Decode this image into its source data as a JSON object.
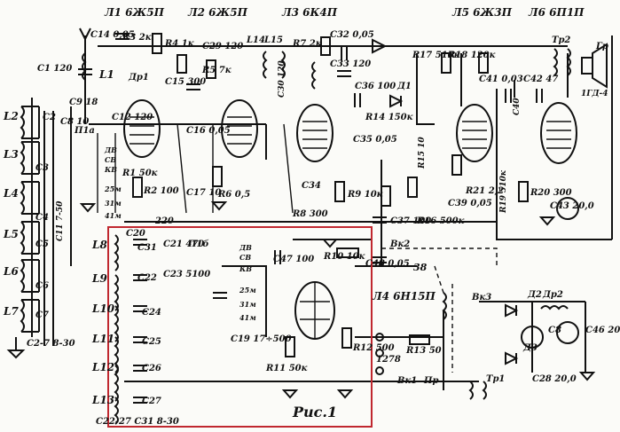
{
  "figure": {
    "caption": "Рис.1",
    "highlight_color": "#c0282f",
    "ink_color": "#111111"
  },
  "tubes": {
    "l1": {
      "label": "Л1 6Ж5П"
    },
    "l2": {
      "label": "Л2 6Ж5П"
    },
    "l3": {
      "label": "Л3 6К4П"
    },
    "l4": {
      "label": "Л4 6Н15П"
    },
    "l5": {
      "label": "Л5 6Ж3П"
    },
    "l6": {
      "label": "Л6 6П1П"
    }
  },
  "capacitors": {
    "c14": "C14 0,05",
    "c1": "C1 120",
    "c9": "C9 18",
    "c2": "C2",
    "c3": "C3",
    "c4": "C4",
    "c5": "C5",
    "c6": "C6",
    "c7": "C7",
    "c2_7": "C2-7 8-30",
    "c8": "C8 10",
    "c11": "C11 7-50",
    "c12": "C12 120",
    "c15": "C15 300",
    "c29": "C29 120",
    "c30": "C30 120",
    "c16": "C16 0,05",
    "c17": "C17 10",
    "c32": "C32 0,05",
    "c33": "C33 120",
    "c36": "C36 100",
    "c35": "C35 0,05",
    "c34": "C34",
    "c37": "C37 100",
    "c39": "C39 0,05",
    "c41": "C41 0,03",
    "c42": "C42 47",
    "c43": "C43 20,0",
    "c20": "C20",
    "c31": "C31",
    "c21": "C21 470",
    "c22": "C22",
    "c23": "C23 5100",
    "c24": "C24",
    "c25": "C25",
    "c26": "C26",
    "c27": "C27",
    "c22_27": "C22-27 C31 8-30",
    "c47": "C47 100",
    "c19": "C19 17÷500",
    "c48": "C48 0,05",
    "c46": "C46 20,0",
    "c28": "C28 20,0",
    "c8b": "C8",
    "c40": "C40"
  },
  "resistors": {
    "r3": "R3 2к",
    "r4": "R4 1к",
    "r5": "R5 7к",
    "r1": "R1 50к",
    "r2": "R2 100",
    "r6": "R6 0,5",
    "r7": "R7 2к",
    "r8": "R8 300",
    "r9": "R9 10к",
    "r14": "R14 150к",
    "r16": "R16 500к",
    "r15": "R15 10",
    "r17": "R17 510к",
    "r18": "R18 120к",
    "r21": "R21 2,2",
    "r19": "R19 510к",
    "r20": "R20 300",
    "r10": "R10 10к",
    "r11": "R11 50к",
    "r12": "R12 500",
    "r13": "R13 50",
    "v220": "220",
    "v1278": "1278"
  },
  "inductors": {
    "l1": "L1",
    "l2": "L2",
    "l3": "L3",
    "l4": "L4",
    "l5": "L5",
    "l6": "L6",
    "l7": "L7",
    "l8": "L8",
    "l9": "L9",
    "l10": "L10",
    "l11": "L11",
    "l12": "L12",
    "l13": "L13",
    "l14": "L14",
    "l15": "L15",
    "dr1": "Др1",
    "dr2": "Др2",
    "tr1": "Тр1",
    "tr2": "Тр2"
  },
  "misc": {
    "d1": "Д1",
    "d2": "Д2",
    "d3": "Д3",
    "p1a": "П1а",
    "p1b": "П1б",
    "gr": "Гр",
    "gd": "1ГД-4",
    "vk1": "Вк1",
    "vk2": "Вк2",
    "vk3": "Вк3",
    "pr": "Пр",
    "v38": "38"
  },
  "bands": [
    "ДВ",
    "СВ",
    "КВ",
    "25м",
    "31м",
    "41м"
  ],
  "bands_b": [
    "ДВ",
    "СВ",
    "КВ",
    "25м",
    "31м",
    "41м"
  ]
}
